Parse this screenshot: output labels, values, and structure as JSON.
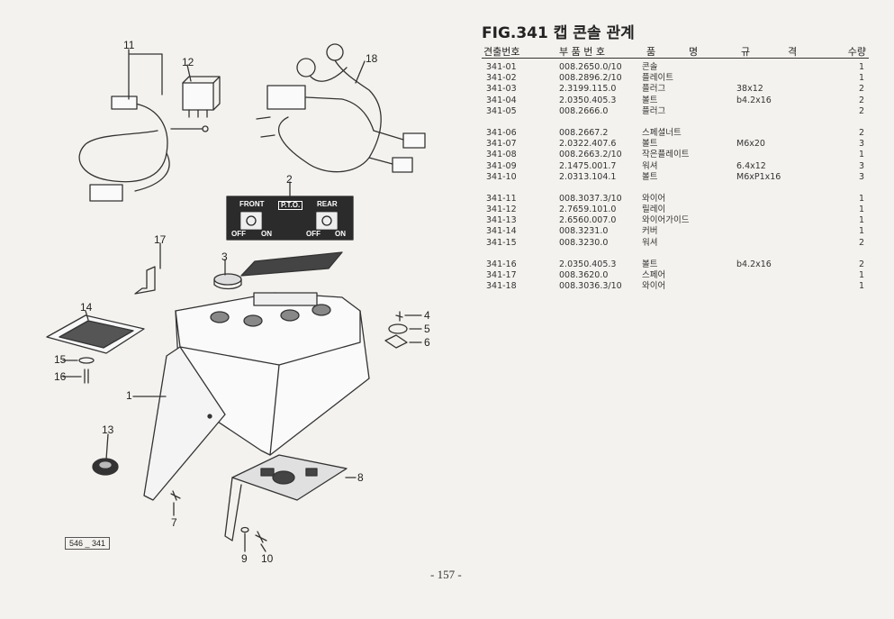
{
  "figure": {
    "title": "FIG.341 캡 콘솔 관계",
    "code": "546 _ 341",
    "page_number": "- 157 -"
  },
  "table": {
    "headers": {
      "index": "견출번호",
      "part_number": "부 품 번 호",
      "name_a": "품",
      "name_b": "명",
      "spec_a": "규",
      "spec_b": "격",
      "qty": "수량"
    },
    "groups": [
      [
        {
          "no": "341-01",
          "pn": "008.2650.0/10",
          "name": "콘솔",
          "spec": "",
          "qty": "1"
        },
        {
          "no": "341-02",
          "pn": "008.2896.2/10",
          "name": "플레이트",
          "spec": "",
          "qty": "1"
        },
        {
          "no": "341-03",
          "pn": "2.3199.115.0",
          "name": "플러그",
          "spec": "38x12",
          "qty": "2"
        },
        {
          "no": "341-04",
          "pn": "2.0350.405.3",
          "name": "볼트",
          "spec": "b4.2x16",
          "qty": "2"
        },
        {
          "no": "341-05",
          "pn": "008.2666.0",
          "name": "플러그",
          "spec": "",
          "qty": "2"
        }
      ],
      [
        {
          "no": "341-06",
          "pn": "008.2667.2",
          "name": "스페셜너트",
          "spec": "",
          "qty": "2"
        },
        {
          "no": "341-07",
          "pn": "2.0322.407.6",
          "name": "볼트",
          "spec": "M6x20",
          "qty": "3"
        },
        {
          "no": "341-08",
          "pn": "008.2663.2/10",
          "name": "작은플레이트",
          "spec": "",
          "qty": "1"
        },
        {
          "no": "341-09",
          "pn": "2.1475.001.7",
          "name": "워셔",
          "spec": "6.4x12",
          "qty": "3"
        },
        {
          "no": "341-10",
          "pn": "2.0313.104.1",
          "name": "볼트",
          "spec": "M6xP1x16",
          "qty": "3"
        }
      ],
      [
        {
          "no": "341-11",
          "pn": "008.3037.3/10",
          "name": "와이어",
          "spec": "",
          "qty": "1"
        },
        {
          "no": "341-12",
          "pn": "2.7659.101.0",
          "name": "릴레이",
          "spec": "",
          "qty": "1"
        },
        {
          "no": "341-13",
          "pn": "2.6560.007.0",
          "name": "와이어가이드",
          "spec": "",
          "qty": "1"
        },
        {
          "no": "341-14",
          "pn": "008.3231.0",
          "name": "커버",
          "spec": "",
          "qty": "1"
        },
        {
          "no": "341-15",
          "pn": "008.3230.0",
          "name": "워셔",
          "spec": "",
          "qty": "2"
        }
      ],
      [
        {
          "no": "341-16",
          "pn": "2.0350.405.3",
          "name": "볼트",
          "spec": "b4.2x16",
          "qty": "2"
        },
        {
          "no": "341-17",
          "pn": "008.3620.0",
          "name": "스페어",
          "spec": "",
          "qty": "1"
        },
        {
          "no": "341-18",
          "pn": "008.3036.3/10",
          "name": "와이어",
          "spec": "",
          "qty": "1"
        }
      ]
    ]
  },
  "diagram": {
    "callouts": [
      "1",
      "2",
      "3",
      "4",
      "5",
      "6",
      "7",
      "8",
      "9",
      "10",
      "11",
      "12",
      "13",
      "14",
      "15",
      "16",
      "17",
      "18"
    ],
    "pto_panel": {
      "front": "FRONT",
      "pto": "P.T.O.",
      "rear": "REAR",
      "off_left": "OFF",
      "on_left": "ON",
      "off_right": "OFF",
      "on_right": "ON"
    }
  }
}
